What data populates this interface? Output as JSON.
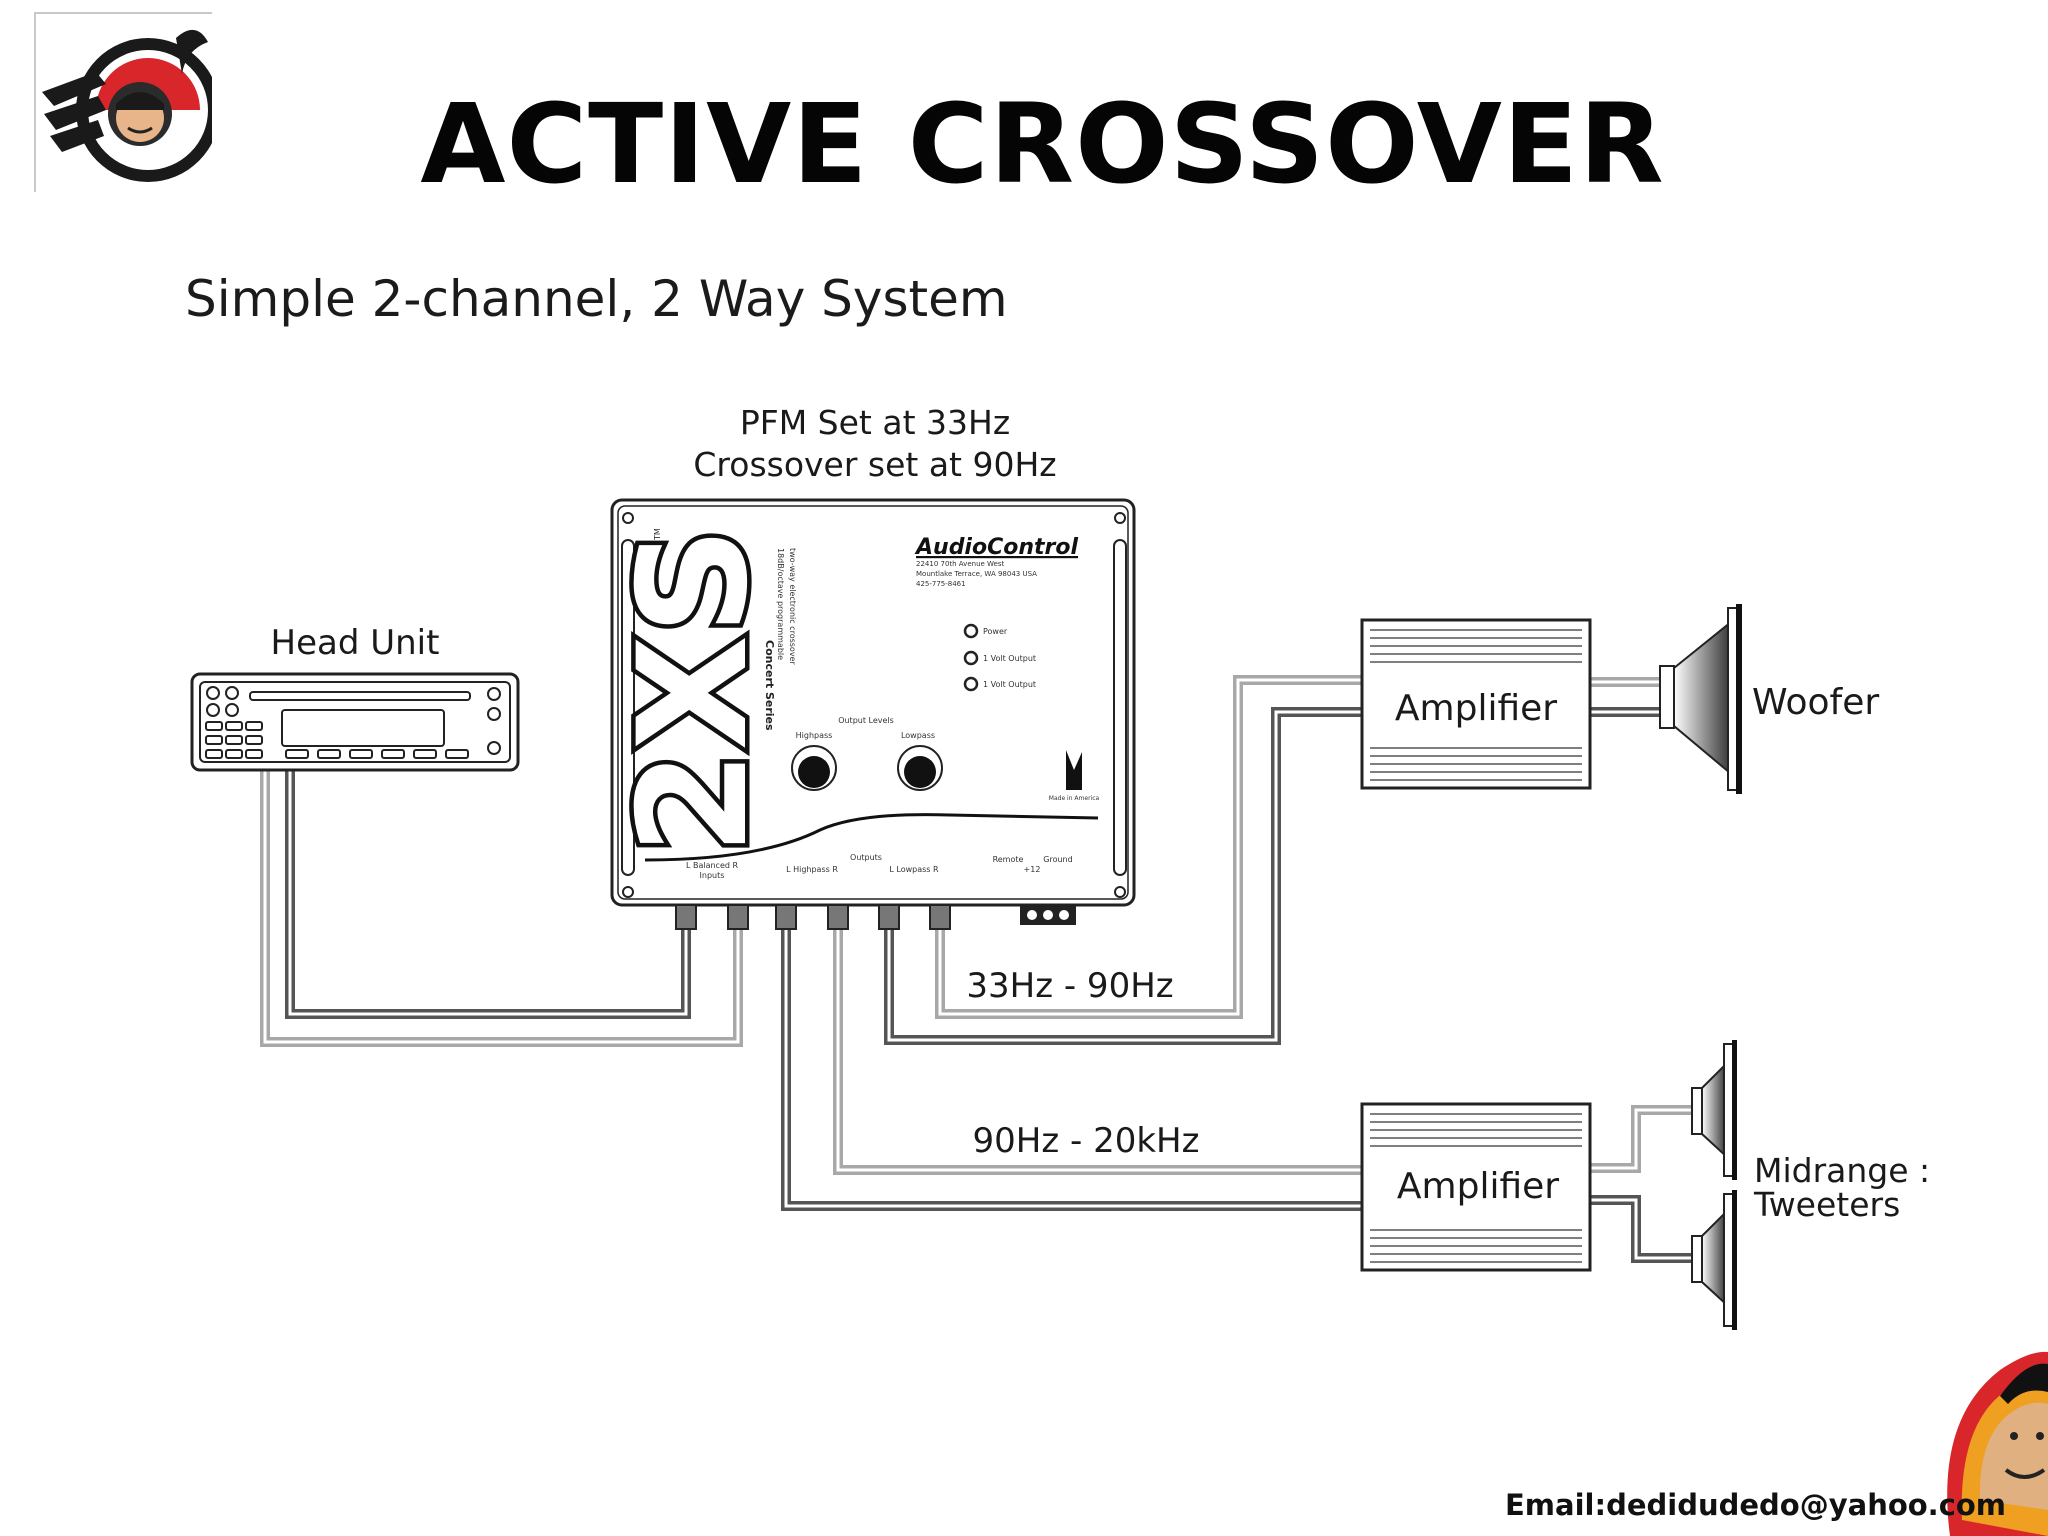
{
  "slide": {
    "title": "ACTIVE CROSSOVER",
    "subtitle": "Simple 2-channel, 2 Way System",
    "email": "Email:dedidudedo@yahoo.com"
  },
  "diagram": {
    "crossover_note_line1": "PFM Set at 33Hz",
    "crossover_note_line2": "Crossover set at 90Hz",
    "head_unit_label": "Head Unit",
    "crossover_model": "2XS",
    "crossover_series": "Concert Series",
    "crossover_desc_line1": "18dB/octave programmable",
    "crossover_desc_line2": "two-way electronic crossover",
    "brand": "AudioControl",
    "brand_addr_line1": "22410 70th Avenue West",
    "brand_addr_line2": "Mountlake Terrace, WA 98043 USA",
    "brand_addr_line3": "425-775-8461",
    "led_power": "Power",
    "led_output1": "1 Volt Output",
    "led_output2": "1 Volt Output",
    "output_levels": "Output Levels",
    "knob_highpass": "Highpass",
    "knob_lowpass": "Lowpass",
    "outputs_label": "Outputs",
    "jack_balanced_inputs": "L  Balanced  R",
    "jack_balanced_inputs_sub": "Inputs",
    "jack_highpass": "L  Highpass  R",
    "jack_lowpass": "L  Lowpass  R",
    "remote_label": "Remote",
    "ground_label": "Ground",
    "plus12_label": "+12",
    "made_in": "Made in America",
    "tm": "TM",
    "amp_top_label": "Amplifier",
    "amp_bottom_label": "Amplifier",
    "woofer_label": "Woofer",
    "mid_tweeter_line1": "Midrange :",
    "mid_tweeter_line2": "Tweeters",
    "low_band_label": "33Hz - 90Hz",
    "high_band_label": "90Hz - 20kHz"
  },
  "colors": {
    "cable_dark": "#555555",
    "cable_light": "#a8a8a8",
    "outline": "#222222",
    "logo_red": "#d8262b"
  },
  "icons": [
    "face-logo-icon",
    "face-portrait-icon"
  ]
}
